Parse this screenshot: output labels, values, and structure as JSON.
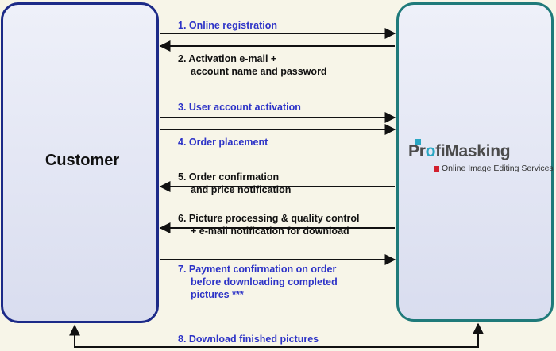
{
  "customer": {
    "label": "Customer"
  },
  "provider": {
    "logo_p": "Pr",
    "logo_o": "o",
    "logo_rest": "fiMasking",
    "tagline": "Online Image Editing Services"
  },
  "steps": [
    {
      "lines": [
        "1. Online registration"
      ]
    },
    {
      "lines": [
        "2. Activation e-mail +",
        "account name and password"
      ]
    },
    {
      "lines": [
        "3. User account activation"
      ]
    },
    {
      "lines": [
        "4. Order placement"
      ]
    },
    {
      "lines": [
        "5. Order confirmation",
        "and price notification"
      ]
    },
    {
      "lines": [
        "6. Picture processing & quality control",
        "+ e-mail notification for download"
      ]
    },
    {
      "lines": [
        "7. Payment confirmation on order",
        "before downloading completed",
        "pictures ***"
      ]
    },
    {
      "lines": [
        "8. Download finished pictures"
      ]
    }
  ],
  "colors": {
    "step_blue": "#2d33c7",
    "customer_border": "#1c2a88",
    "provider_border": "#1f7a7a"
  }
}
